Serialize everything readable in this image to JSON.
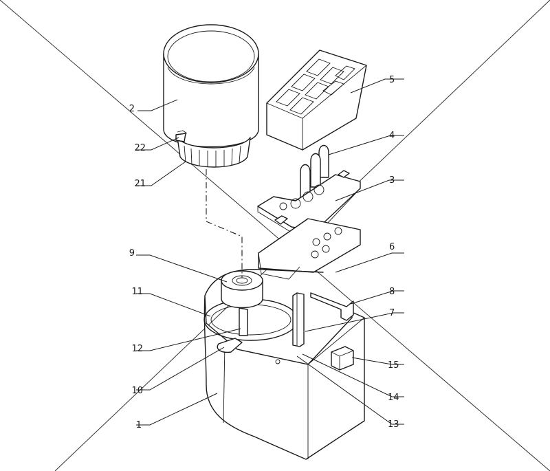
{
  "labels": {
    "l1": "1",
    "l2": "2",
    "l3": "3",
    "l4": "4",
    "l5": "5",
    "l6": "6",
    "l7": "7",
    "l8": "8",
    "l9": "9",
    "l10": "10",
    "l11": "11",
    "l12": "12",
    "l13": "13",
    "l14": "14",
    "l15": "15",
    "l21": "21",
    "l22": "22"
  }
}
